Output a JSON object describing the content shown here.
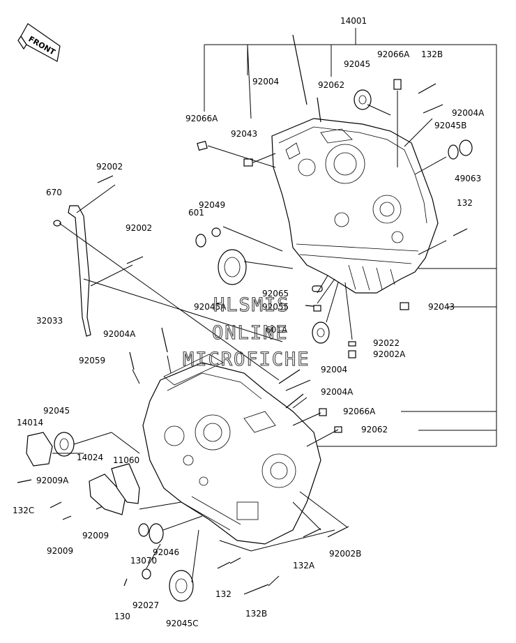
{
  "diagram": {
    "front_arrow_label": "FRONT",
    "watermark": [
      "HLSMIS",
      "ONLINE",
      "MICROFICHE"
    ],
    "labels": {
      "p14001": "14001",
      "p92066A_top": "92066A",
      "p132B_top": "132B",
      "p92004_top": "92004",
      "p92062_top": "92062",
      "p92045_top": "92045",
      "p92004A_r": "92004A",
      "p92045B": "92045B",
      "p92066A_l": "92066A",
      "p92043_top": "92043",
      "p49063": "49063",
      "p92002_a": "92002",
      "p670": "670",
      "p92049": "92049",
      "p601": "601",
      "p132_r": "132",
      "p92002_b": "92002",
      "p92065": "92065",
      "p92045A": "92045A",
      "p92055": "92055",
      "p601A": "601A",
      "p92043_r": "92043",
      "p32033": "32033",
      "p92004A_m": "92004A",
      "p92022": "92022",
      "p92002A": "92002A",
      "p92059": "92059",
      "p92004_m": "92004",
      "p92004A_m2": "92004A",
      "p92066A_m": "92066A",
      "p92062_m": "92062",
      "p92045_l": "92045",
      "p14014": "14014",
      "p14024": "14024",
      "p11060": "11060",
      "p92009A": "92009A",
      "p132C": "132C",
      "p92009_a": "92009",
      "p92009_b": "92009",
      "p13070": "13070",
      "p92046": "92046",
      "p132A": "132A",
      "p92002B": "92002B",
      "p132_b": "132",
      "p92027": "92027",
      "p130": "130",
      "p132B_b": "132B",
      "p92045C": "92045C"
    }
  }
}
